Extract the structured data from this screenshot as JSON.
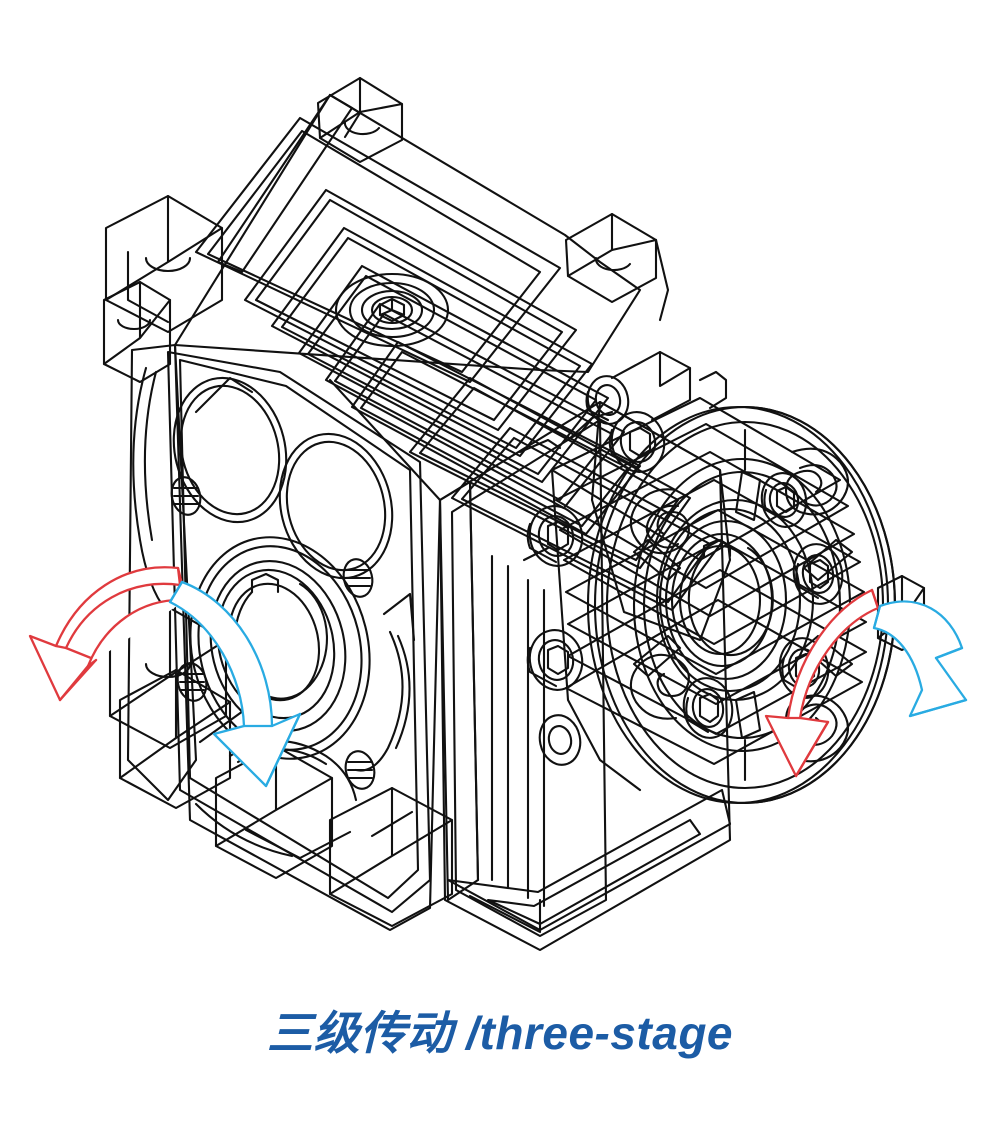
{
  "figure": {
    "kind": "isometric-technical-line-drawing",
    "subject": "worm gear speed reducer / gearbox",
    "background_color": "#ffffff",
    "line_color": "#111111",
    "caption": {
      "text": "三级传动 /three-stage",
      "chinese": "三级传动",
      "separator": "/",
      "english": "three-stage",
      "color": "#1C5CA5",
      "style": "bold-italic",
      "align": "center"
    },
    "annotations": {
      "rotation_colors": {
        "red": "#E03A3E",
        "blue": "#29ABE2"
      },
      "arrows": [
        {
          "id": "left-red-arrow",
          "name": "input-rotation-arrow-red-left",
          "color": "#E03A3E",
          "side": "left",
          "direction": "curved-down-left",
          "style": "3d-ribbon-outline"
        },
        {
          "id": "left-blue-arrow",
          "name": "input-rotation-arrow-blue-left",
          "color": "#29ABE2",
          "side": "left",
          "direction": "curved-down-right",
          "style": "3d-ribbon-outline"
        },
        {
          "id": "right-red-arrow",
          "name": "output-rotation-arrow-red-right",
          "color": "#E03A3E",
          "side": "right",
          "direction": "curved-down-left",
          "style": "3d-ribbon-outline"
        },
        {
          "id": "right-blue-arrow",
          "name": "output-rotation-arrow-blue-right",
          "color": "#29ABE2",
          "side": "right",
          "direction": "curved-down-right",
          "style": "3d-ribbon-outline"
        }
      ]
    },
    "parts": {
      "housing": "ribbed cast gearbox body",
      "top_fins": "cooling ribs on top face",
      "breather_plug": "circular breather / fill plug on top face",
      "mounting_lugs": "four corner mounting lugs with semicircular cutouts",
      "feet": "bottom mounting feet with slots",
      "output_bore": "hollow output bore with keyway on left face",
      "cover_plates": "two round cover plates above output bore",
      "threaded_holes": "threaded holes around left face",
      "intermediate_housing": "ribbed cylindrical intermediate stage",
      "output_flange": "spoked circular output flange",
      "flange_bolts": "hex socket cap screws on flange and housing",
      "flange_bore": "central hollow bore with keyway"
    }
  }
}
